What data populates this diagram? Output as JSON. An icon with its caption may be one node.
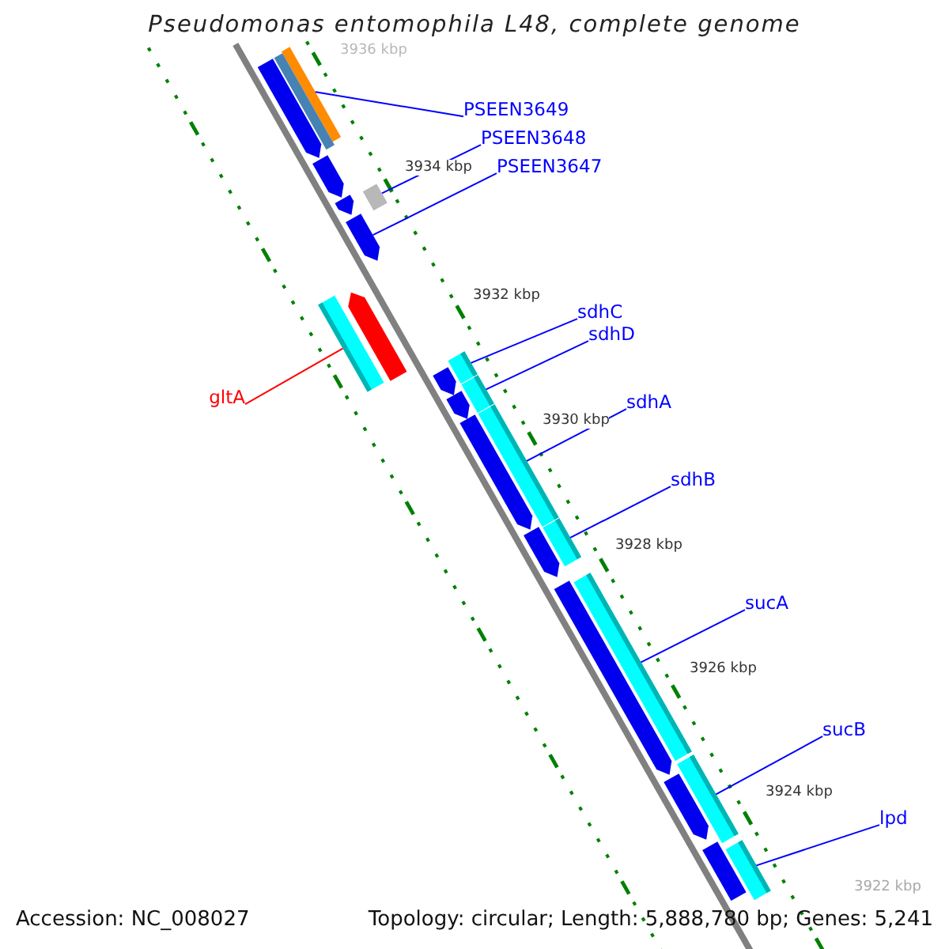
{
  "diagram": {
    "title": "Pseudomonas entomophila L48, complete genome",
    "nodes": [
      {
        "text": [
          "PSEEN3649"
        ]
      },
      {
        "text": [
          "PSEEN3648"
        ]
      },
      {
        "text": [
          "PSEEN3647"
        ]
      },
      {
        "text": [
          "sdhC"
        ]
      },
      {
        "text": [
          "sdhD"
        ]
      },
      {
        "text": [
          "gltA"
        ]
      },
      {
        "text": [
          "sdhA"
        ]
      },
      {
        "text": [
          "sdhB"
        ]
      },
      {
        "text": [
          "sucA"
        ]
      },
      {
        "text": [
          "sucB"
        ]
      },
      {
        "text": [
          "lpd"
        ]
      },
      {
        "text": [],
        "shape": "bar"
      },
      {
        "text": [],
        "shape": "bar"
      },
      {
        "text": [],
        "shape": "bar"
      },
      {
        "text": [],
        "shape": "bar"
      },
      {
        "text": [],
        "shape": "bar"
      },
      {
        "text": [],
        "shape": "bar"
      },
      {
        "text": [],
        "shape": "bar"
      },
      {
        "text": [],
        "shape": "bar"
      },
      {
        "text": [],
        "shape": "bar"
      },
      {
        "text": [],
        "shape": "bar"
      },
      {
        "text": [],
        "shape": "bar"
      },
      {
        "text": [],
        "shape": "bar"
      },
      {
        "text": [],
        "shape": "bar"
      },
      {
        "text": [],
        "shape": "bar"
      },
      {
        "text": [],
        "shape": "bar"
      },
      {
        "text": [],
        "shape": "bar"
      },
      {
        "text": [],
        "shape": "bar"
      },
      {
        "text": [],
        "shape": "bar"
      },
      {
        "text": [],
        "shape": "bar"
      },
      {
        "text": [],
        "shape": "bar"
      },
      {
        "text": [],
        "shape": "bar"
      },
      {
        "text": [],
        "shape": "bar"
      },
      {
        "text": [],
        "shape": "bar"
      }
    ],
    "edges": [
      {
        "from": 0,
        "to": 11,
        "arrow": "none"
      },
      {
        "from": 1,
        "to": 16,
        "arrow": "none"
      },
      {
        "from": 2,
        "to": 17,
        "arrow": "none"
      },
      {
        "from": 3,
        "to": 20,
        "arrow": "none"
      },
      {
        "from": 4,
        "to": 22,
        "arrow": "none"
      },
      {
        "from": 5,
        "to": 18,
        "arrow": "none",
        "color": "#ff0000"
      },
      {
        "from": 6,
        "to": 24,
        "arrow": "none"
      },
      {
        "from": 7,
        "to": 27,
        "arrow": "none"
      },
      {
        "from": 8,
        "to": 29,
        "arrow": "none"
      },
      {
        "from": 9,
        "to": 30,
        "arrow": "none"
      },
      {
        "from": 10,
        "to": 33,
        "arrow": "none"
      }
    ],
    "labels": [
      "3936 kbp",
      "3934 kbp",
      "3932 kbp",
      "3930 kbp",
      "3928 kbp",
      "3926 kbp",
      "3924 kbp",
      "3922 kbp",
      "Accession: NC_008027",
      "Topology: circular; Length: 5,888,780 bp; Genes: 5,241"
    ]
  }
}
